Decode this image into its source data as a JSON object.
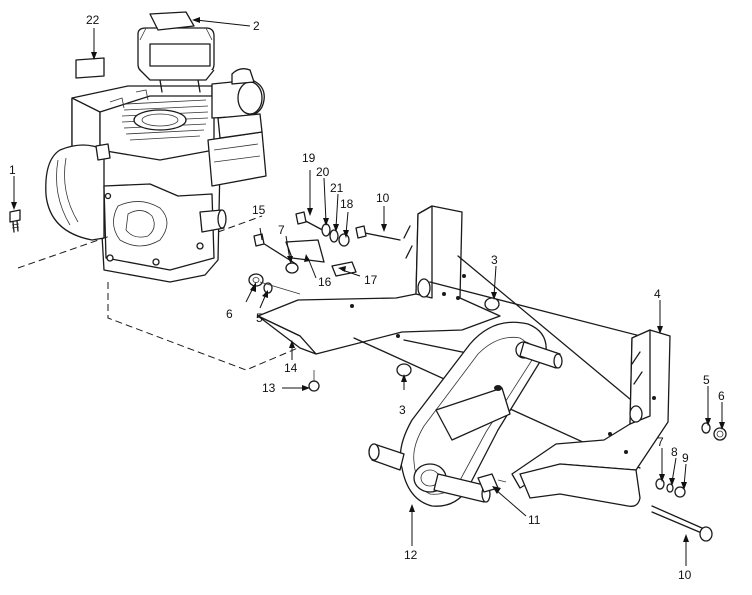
{
  "callouts": [
    {
      "id": "c1",
      "label": "1"
    },
    {
      "id": "c2",
      "label": "2"
    },
    {
      "id": "c3a",
      "label": "3"
    },
    {
      "id": "c3b",
      "label": "3"
    },
    {
      "id": "c4",
      "label": "4"
    },
    {
      "id": "c5a",
      "label": "5"
    },
    {
      "id": "c5b",
      "label": "5"
    },
    {
      "id": "c6a",
      "label": "6"
    },
    {
      "id": "c6b",
      "label": "6"
    },
    {
      "id": "c7a",
      "label": "7"
    },
    {
      "id": "c7b",
      "label": "7"
    },
    {
      "id": "c8",
      "label": "8"
    },
    {
      "id": "c9",
      "label": "9"
    },
    {
      "id": "c10a",
      "label": "10"
    },
    {
      "id": "c10b",
      "label": "10"
    },
    {
      "id": "c11",
      "label": "11"
    },
    {
      "id": "c12",
      "label": "12"
    },
    {
      "id": "c13",
      "label": "13"
    },
    {
      "id": "c14",
      "label": "14"
    },
    {
      "id": "c15",
      "label": "15"
    },
    {
      "id": "c16",
      "label": "16"
    },
    {
      "id": "c17",
      "label": "17"
    },
    {
      "id": "c18",
      "label": "18"
    },
    {
      "id": "c19",
      "label": "19"
    },
    {
      "id": "c20",
      "label": "20"
    },
    {
      "id": "c21",
      "label": "21"
    },
    {
      "id": "c22",
      "label": "22"
    }
  ]
}
